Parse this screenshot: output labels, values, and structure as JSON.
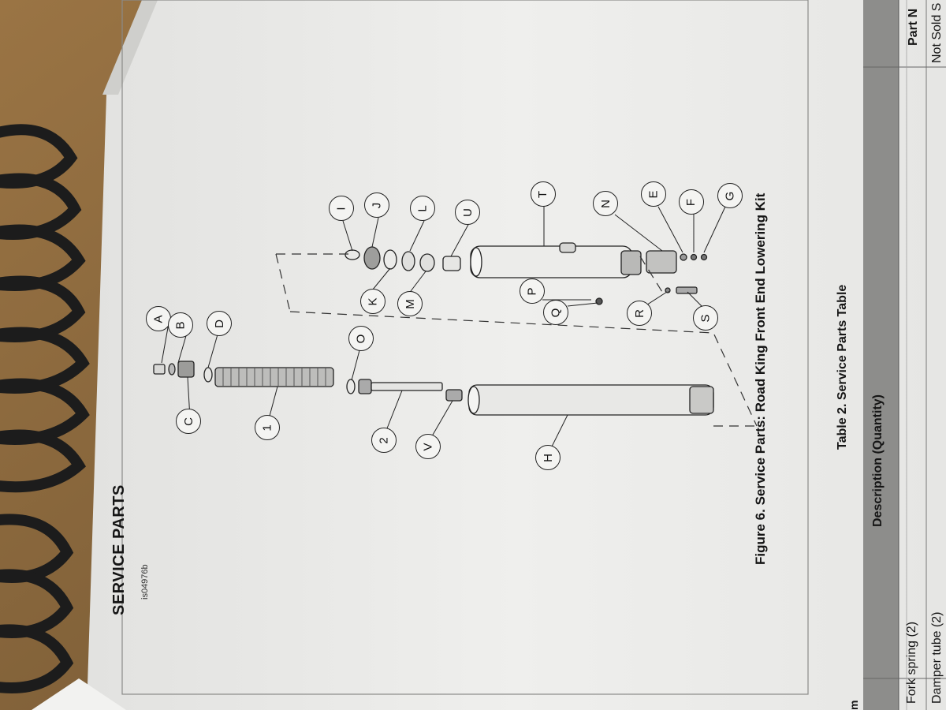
{
  "page": {
    "section_title": "SERVICE PARTS",
    "figure_code": "is04976b",
    "figure_caption": "Figure 6. Service Parts: Road King Front End Lowering Kit",
    "table_title": "Table 2. Service Parts Table",
    "table": {
      "headers": [
        "m",
        "Description (Quantity)",
        "Part N"
      ],
      "rows": [
        {
          "item": "",
          "description": "Fork spring (2)",
          "part": ""
        },
        {
          "item": "",
          "description": "Damper tube (2)",
          "part": "Not Sold S"
        }
      ]
    }
  },
  "callouts": {
    "A": "A",
    "B": "B",
    "C": "C",
    "D": "D",
    "E": "E",
    "F": "F",
    "G": "G",
    "H": "H",
    "I": "I",
    "J": "J",
    "K": "K",
    "L": "L",
    "M": "M",
    "N": "N",
    "O": "O",
    "P": "P",
    "Q": "Q",
    "R": "R",
    "S": "S",
    "T": "T",
    "U": "U",
    "V": "V",
    "n1": "1",
    "n2": "2"
  }
}
